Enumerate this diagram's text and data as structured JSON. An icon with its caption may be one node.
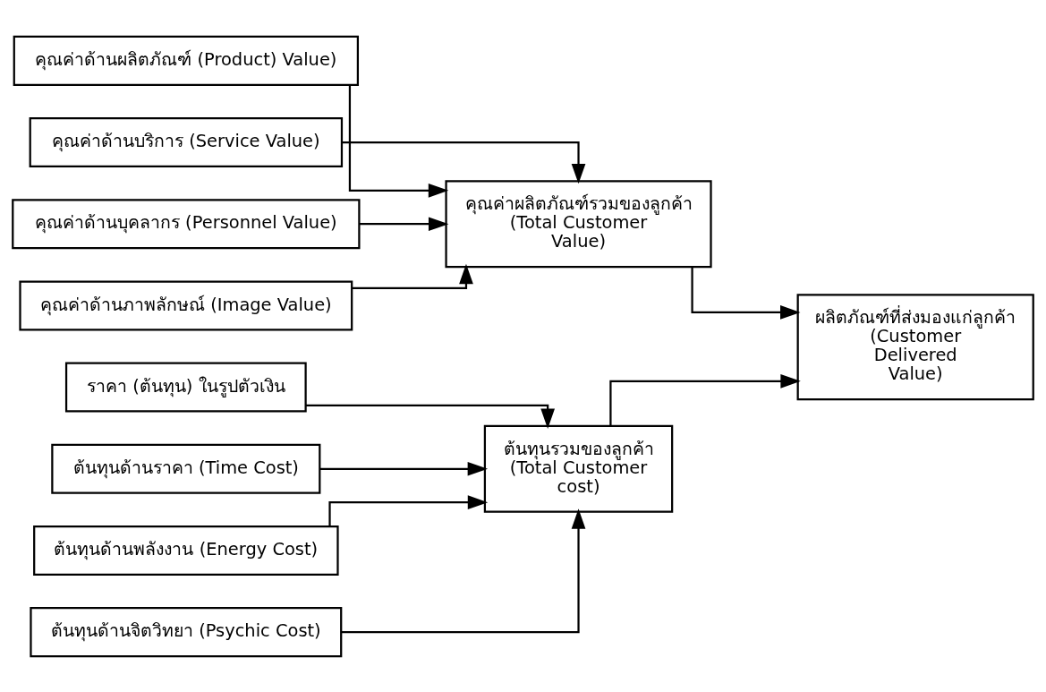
{
  "diagram": {
    "nodes": [
      {
        "text": [
          "คุณค่าด้านผลิตภัณฑ์ (Product) Value)"
        ]
      },
      {
        "text": [
          "คุณค่าด้านบริการ (Service Value)"
        ]
      },
      {
        "text": [
          "คุณค่าด้านบุคลากร (Personnel Value)"
        ]
      },
      {
        "text": [
          "คุณค่าด้านภาพลักษณ์ (Image Value)"
        ]
      },
      {
        "text": [
          "คุณค่าผลิตภัณฑ์รวมของลูกค้า (Total Customer Value)"
        ]
      },
      {
        "text": [
          "ราคา (ต้นทุน) ในรูปตัวเงิน"
        ]
      },
      {
        "text": [
          "ต้นทุนด้านราคา (Time Cost)"
        ]
      },
      {
        "text": [
          "ต้นทุนด้านพลังงาน (Energy Cost)"
        ]
      },
      {
        "text": [
          "ต้นทุนด้านจิตวิทยา (Psychic Cost)"
        ]
      },
      {
        "text": [
          "ต้นทุนรวมของลูกค้า (Total Customer cost)"
        ]
      },
      {
        "text": [
          "ผลิตภัณฑ์ที่ส่งมองแก่ลูกค้า (Customer Delivered Value)"
        ]
      }
    ],
    "edges": [
      {
        "from": 0,
        "to": 4,
        "arrow": "to"
      },
      {
        "from": 1,
        "to": 4,
        "arrow": "to"
      },
      {
        "from": 2,
        "to": 4,
        "arrow": "to"
      },
      {
        "from": 3,
        "to": 4,
        "arrow": "to"
      },
      {
        "from": 5,
        "to": 9,
        "arrow": "to"
      },
      {
        "from": 6,
        "to": 9,
        "arrow": "to"
      },
      {
        "from": 7,
        "to": 9,
        "arrow": "to"
      },
      {
        "from": 8,
        "to": 9,
        "arrow": "to"
      },
      {
        "from": 4,
        "to": 10,
        "arrow": "to"
      },
      {
        "from": 9,
        "to": 10,
        "arrow": "to"
      }
    ]
  }
}
